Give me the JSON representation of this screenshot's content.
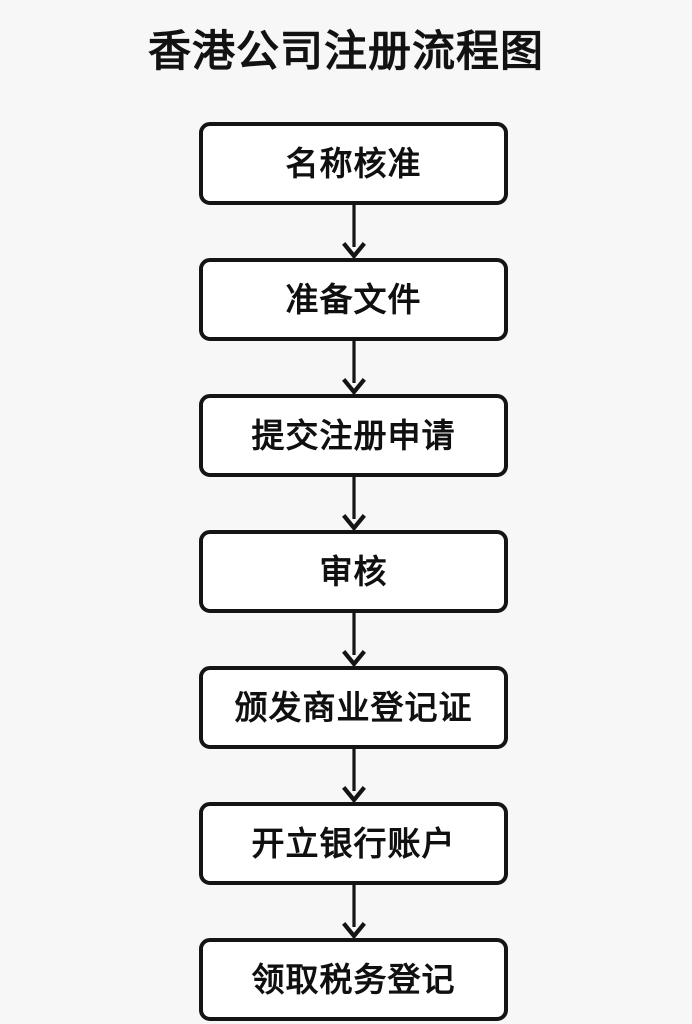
{
  "page": {
    "title": "香港公司注册流程图",
    "background_color": "#f7f7f7",
    "box_fill_color": "#ffffff",
    "line_color": "#141414",
    "text_color": "#101010"
  },
  "flowchart": {
    "type": "flowchart",
    "orientation": "vertical",
    "connector_style": "single-arrow-down",
    "steps": [
      {
        "index": 1,
        "label": "名称核准"
      },
      {
        "index": 2,
        "label": "准备文件"
      },
      {
        "index": 3,
        "label": "提交注册申请"
      },
      {
        "index": 4,
        "label": "审核"
      },
      {
        "index": 5,
        "label": "颁发商业登记证"
      },
      {
        "index": 6,
        "label": "开立银行账户"
      },
      {
        "index": 7,
        "label": "领取税务登记"
      }
    ],
    "connectors": [
      {
        "from": 1,
        "to": 2
      },
      {
        "from": 2,
        "to": 3
      },
      {
        "from": 3,
        "to": 4
      },
      {
        "from": 4,
        "to": 5
      },
      {
        "from": 5,
        "to": 6
      },
      {
        "from": 6,
        "to": 7
      }
    ]
  }
}
